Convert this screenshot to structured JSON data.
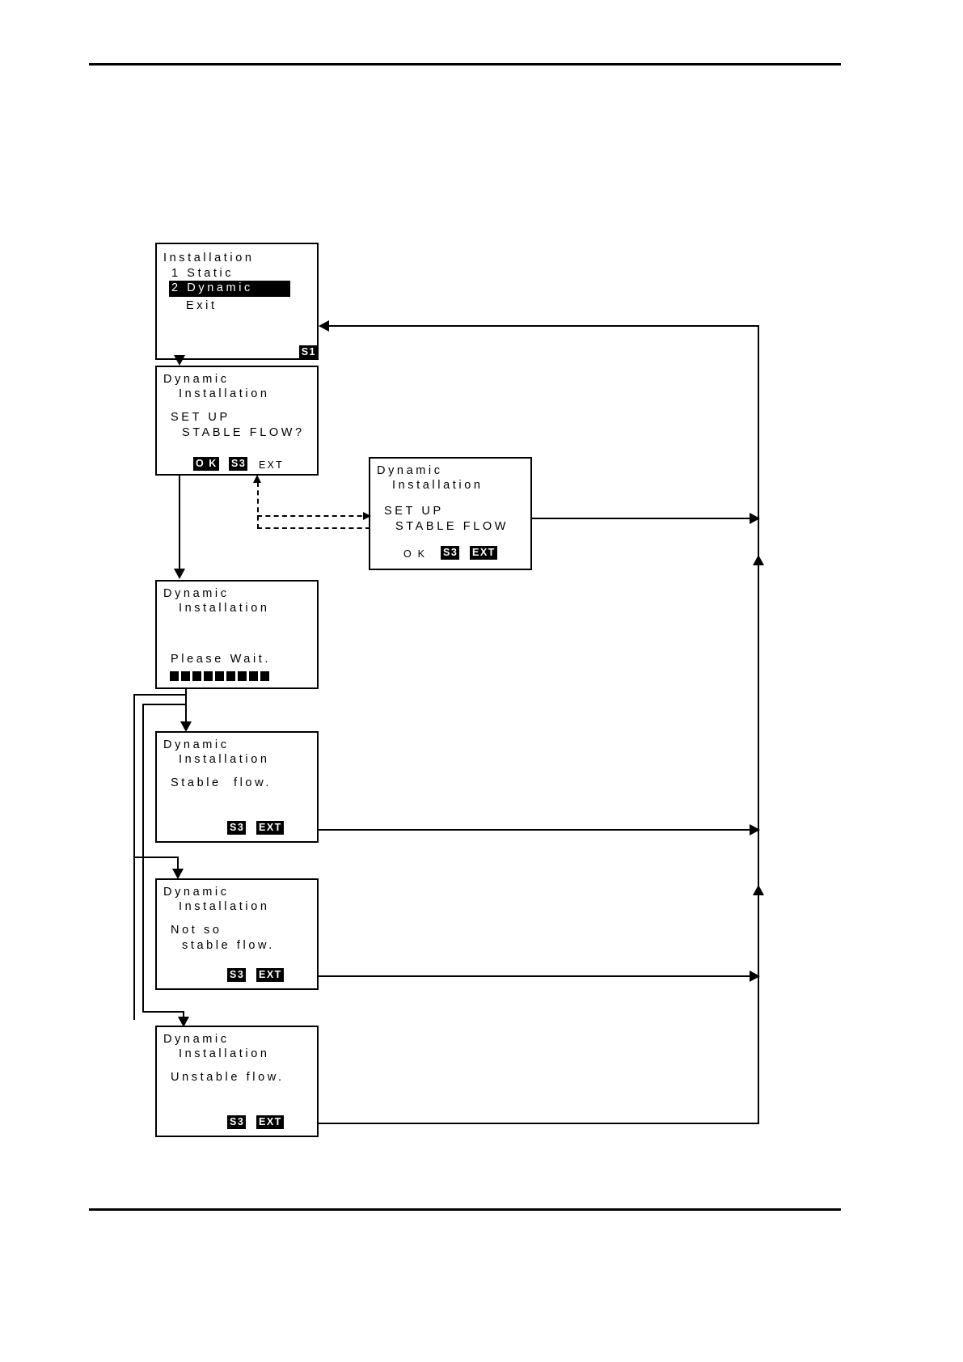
{
  "page": {
    "type": "flowchart-diagram",
    "background": "#ffffff",
    "ink": "#000000"
  },
  "screens": [
    {
      "id": "installation-menu",
      "lines": [
        {
          "text": "Installation",
          "style": "normal"
        },
        {
          "text": "1 Static",
          "style": "normal"
        },
        {
          "text": "2 Dynamic",
          "style": "inverted"
        },
        {
          "text": "Exit",
          "style": "normal"
        }
      ],
      "softkeys": [
        {
          "label": "S1",
          "style": "inverted"
        }
      ]
    },
    {
      "id": "setup-stable-flow-query",
      "lines": [
        {
          "text": "Dynamic",
          "style": "normal"
        },
        {
          "text": "Installation",
          "style": "normal"
        },
        {
          "text": "SET UP",
          "style": "normal"
        },
        {
          "text": "STABLE FLOW?",
          "style": "normal"
        }
      ],
      "softkeys": [
        {
          "label": "O K",
          "style": "inverted"
        },
        {
          "label": "S3",
          "style": "inverted"
        },
        {
          "label": "EXT",
          "style": "plain"
        }
      ]
    },
    {
      "id": "setup-stable-flow-confirm",
      "lines": [
        {
          "text": "Dynamic",
          "style": "normal"
        },
        {
          "text": "Installation",
          "style": "normal"
        },
        {
          "text": "SET UP",
          "style": "normal"
        },
        {
          "text": "STABLE FLOW",
          "style": "normal"
        }
      ],
      "softkeys": [
        {
          "label": "O K",
          "style": "plain"
        },
        {
          "label": "S3",
          "style": "inverted"
        },
        {
          "label": "EXT",
          "style": "inverted"
        }
      ]
    },
    {
      "id": "please-wait",
      "lines": [
        {
          "text": "Dynamic",
          "style": "normal"
        },
        {
          "text": "Installation",
          "style": "normal"
        },
        {
          "text": "Please Wait.",
          "style": "normal"
        }
      ],
      "progress_blocks": 9,
      "softkeys": []
    },
    {
      "id": "stable-flow-result",
      "lines": [
        {
          "text": "Dynamic",
          "style": "normal"
        },
        {
          "text": "Installation",
          "style": "normal"
        },
        {
          "text": "Stable  flow.",
          "style": "normal"
        }
      ],
      "softkeys": [
        {
          "label": "S3",
          "style": "inverted"
        },
        {
          "label": "EXT",
          "style": "inverted"
        }
      ]
    },
    {
      "id": "not-so-stable-flow-result",
      "lines": [
        {
          "text": "Dynamic",
          "style": "normal"
        },
        {
          "text": "Installation",
          "style": "normal"
        },
        {
          "text": "Not so",
          "style": "normal"
        },
        {
          "text": "stable flow.",
          "style": "normal"
        }
      ],
      "softkeys": [
        {
          "label": "S3",
          "style": "inverted"
        },
        {
          "label": "EXT",
          "style": "inverted"
        }
      ]
    },
    {
      "id": "unstable-flow-result",
      "lines": [
        {
          "text": "Dynamic",
          "style": "normal"
        },
        {
          "text": "Installation",
          "style": "normal"
        },
        {
          "text": "Unstable flow.",
          "style": "normal"
        }
      ],
      "softkeys": [
        {
          "label": "S3",
          "style": "inverted"
        },
        {
          "label": "EXT",
          "style": "inverted"
        }
      ]
    }
  ],
  "labels": {
    "s1": "S1",
    "s3": "S3",
    "ok": "O K",
    "ext": "EXT",
    "installation": "Installation",
    "static_item": "1 Static",
    "dynamic_item": "2 Dynamic",
    "exit_item": "Exit",
    "dynamic": "Dynamic",
    "installation_indent": "Installation",
    "set_up": "SET UP",
    "stable_flow_q": "STABLE FLOW?",
    "stable_flow": "STABLE FLOW",
    "please_wait": "Please Wait.",
    "stable_flow_msg": "Stable  flow.",
    "not_so": "Not so",
    "stable_flow_msg2": "stable flow.",
    "unstable_flow_msg": "Unstable flow."
  }
}
